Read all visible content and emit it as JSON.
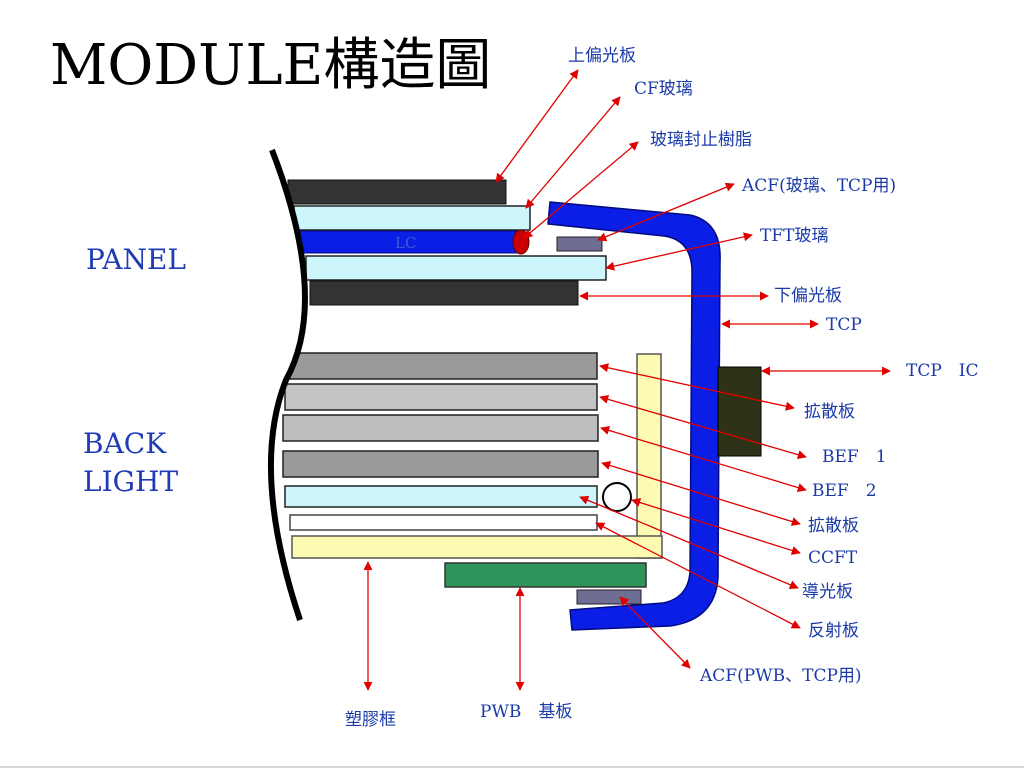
{
  "title": "MODULE構造圖",
  "sections": {
    "panel": "PANEL",
    "backlight_line1": "BACK",
    "backlight_line2": "LIGHT"
  },
  "layer_text": {
    "lc": "LC"
  },
  "callouts": {
    "top_polarizer": "上偏光板",
    "cf_glass": "CF玻璃",
    "sealant": "玻璃封止樹脂",
    "acf_glass_tcp": "ACF(玻璃、TCP用)",
    "tft_glass": "TFT玻璃",
    "bottom_polarizer": "下偏光板",
    "tcp": "TCP",
    "tcp_ic": "TCP　IC",
    "diffuser_top": "拡散板",
    "bef1": "BEF　1",
    "bef2": "BEF　2",
    "diffuser_bottom": "拡散板",
    "ccft": "CCFT",
    "light_guide": "導光板",
    "reflector": "反射板",
    "acf_pwb_tcp": "ACF(PWB、TCP用)",
    "plastic_frame": "塑膠框",
    "pwb_board": "PWB　基板"
  },
  "colors": {
    "arrow": "#e00000",
    "label_blue": "#1a3aa8",
    "tcp_blue": "#0a1ee6",
    "bracket": "#e00000"
  }
}
